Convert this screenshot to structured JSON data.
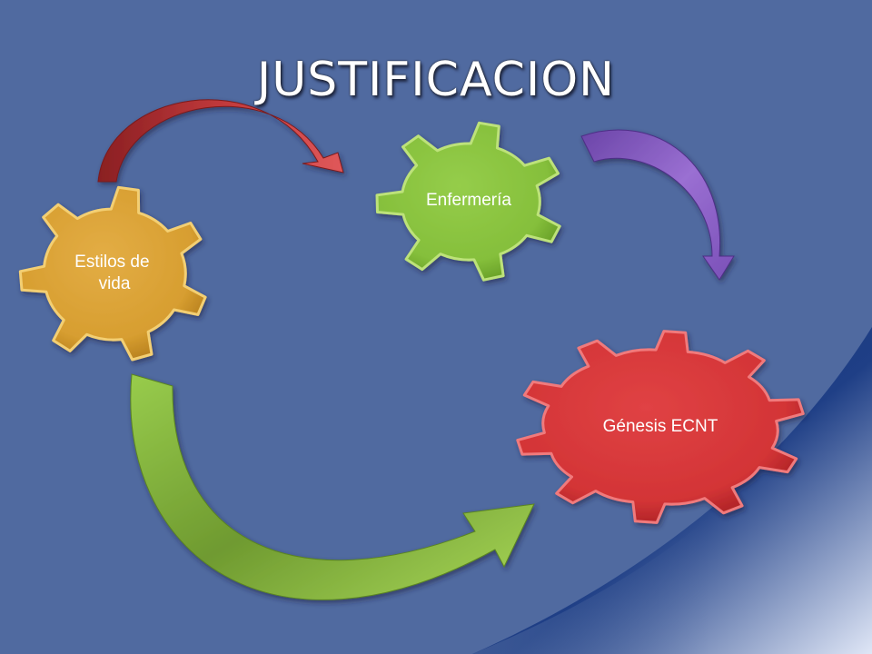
{
  "slide": {
    "title": "JUSTIFICACION",
    "background_color": "#506aa0"
  },
  "diagram": {
    "nodes": [
      {
        "id": "estilos",
        "label_lines": [
          "Estilos de",
          "vida"
        ],
        "color": "#d9a233"
      },
      {
        "id": "enfermeria",
        "label_lines": [
          "Enfermería"
        ],
        "color": "#8ac43e"
      },
      {
        "id": "genesis",
        "label_lines": [
          "Génesis ECNT"
        ],
        "color": "#d8383a"
      }
    ],
    "arrows": [
      {
        "from": "estilos",
        "to": "enfermeria",
        "color": "#c0393b"
      },
      {
        "from": "enfermeria",
        "to": "genesis",
        "color": "#8a5cc0"
      },
      {
        "from": "estilos",
        "to": "genesis",
        "color": "#8ac43e"
      }
    ]
  }
}
